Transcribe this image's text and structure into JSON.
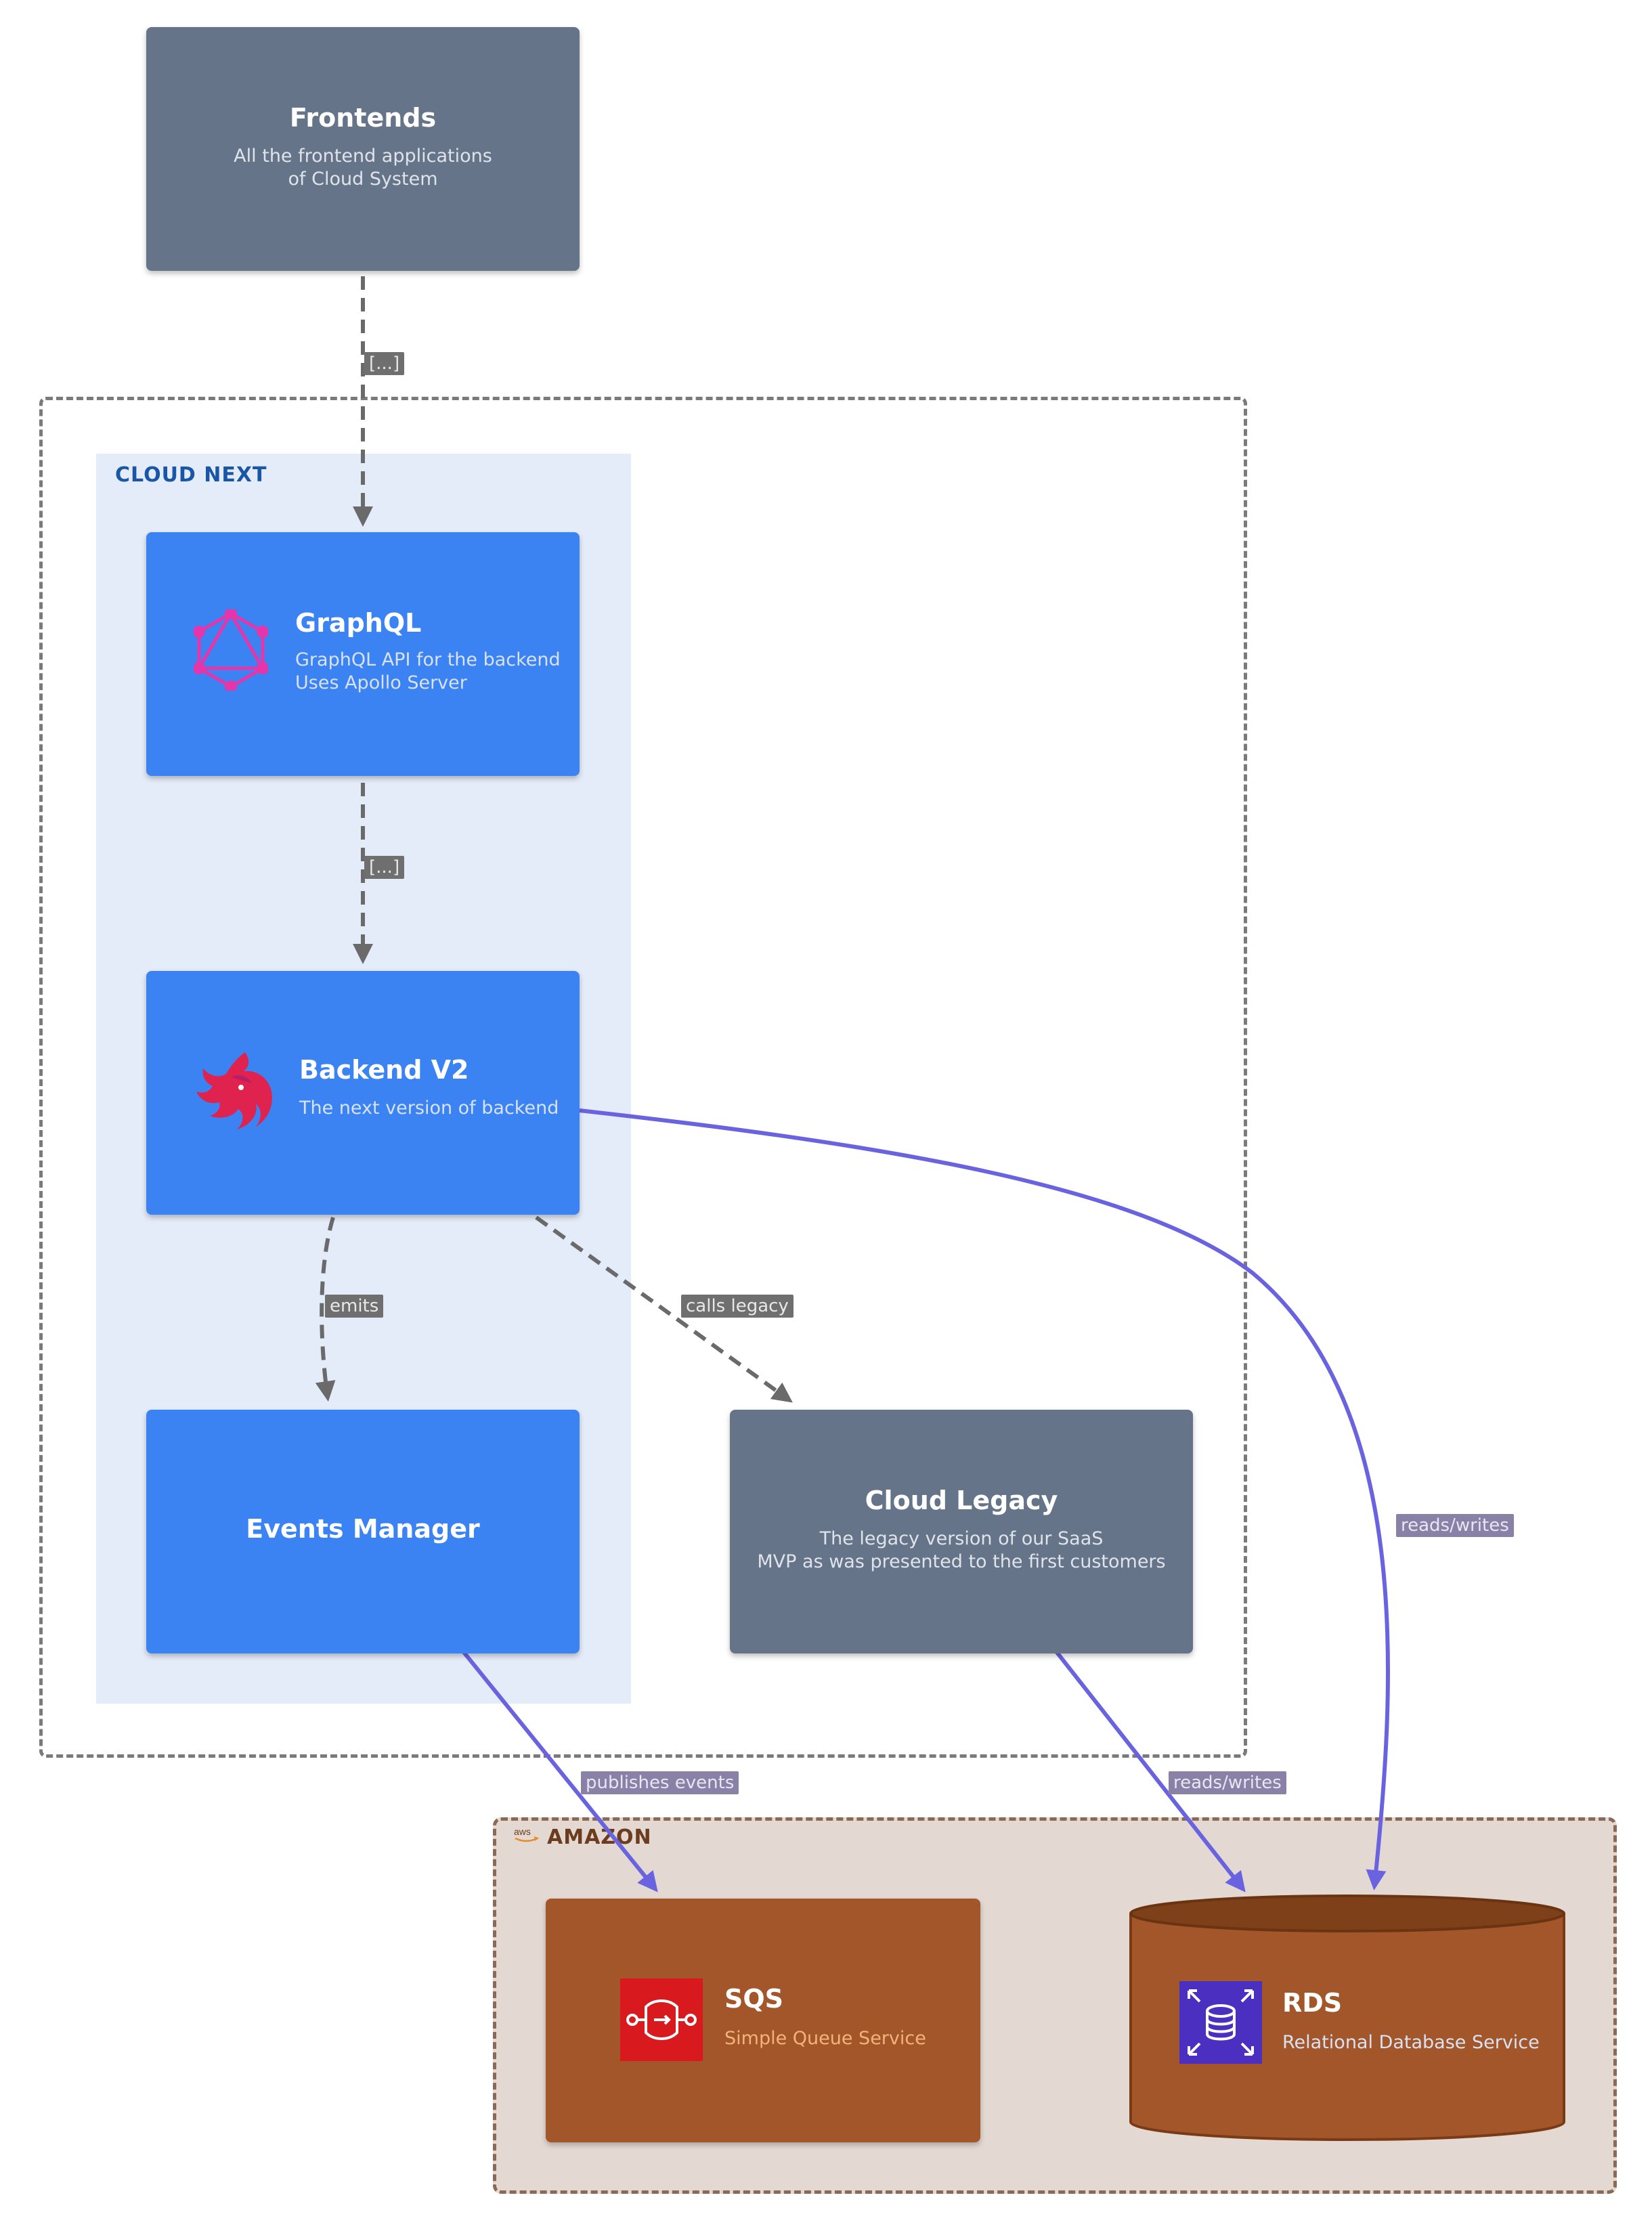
{
  "frontends": {
    "title": "Frontends",
    "desc_line1": "All the frontend applications",
    "desc_line2": "of Cloud System"
  },
  "cloud_next": {
    "title": "CLOUD NEXT"
  },
  "graphql": {
    "title": "GraphQL",
    "desc_line1": "GraphQL API for the backend",
    "desc_line2": "Uses Apollo Server",
    "icon": "graphql-icon"
  },
  "backend": {
    "title": "Backend V2",
    "desc": "The next version of backend",
    "icon": "nestjs-icon"
  },
  "events": {
    "title": "Events Manager"
  },
  "legacy": {
    "title": "Cloud Legacy",
    "desc_line1": "The legacy version of our SaaS",
    "desc_line2": "MVP as was presented to the first customers"
  },
  "amazon": {
    "title": "AMAZON",
    "logo_text": "aws"
  },
  "sqs": {
    "title": "SQS",
    "desc": "Simple Queue Service",
    "icon": "sqs-icon",
    "icon_color": "#d8191d"
  },
  "rds": {
    "title": "RDS",
    "desc": "Relational Database Service",
    "icon": "rds-icon",
    "icon_color": "#4b2fc0"
  },
  "edges": {
    "frontends_graphql": "[...]",
    "graphql_backend": "[...]",
    "backend_events": "emits",
    "backend_legacy": "calls legacy",
    "backend_rds": "reads/writes",
    "events_sqs": "publishes events",
    "legacy_rds": "reads/writes"
  },
  "colors": {
    "internal_node": "#3b83f3",
    "external_node": "#667489",
    "aws_node": "#a3562a",
    "edge_async": "#6a6a6a",
    "edge_sync": "#6a63e0"
  }
}
